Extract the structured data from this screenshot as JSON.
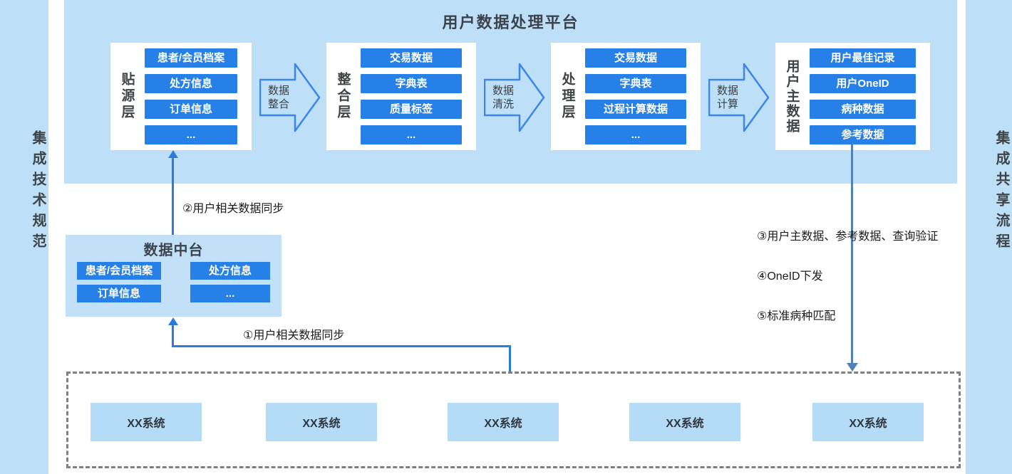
{
  "rails": {
    "left_label": "集成技术规范",
    "right_label": "集成共享流程"
  },
  "platform": {
    "title": "用户数据处理平台",
    "groups": [
      {
        "label": "贴源层",
        "items": [
          "患者/会员档案",
          "处方信息",
          "订单信息",
          "..."
        ]
      },
      {
        "label": "整合层",
        "items": [
          "交易数据",
          "字典表",
          "质量标签",
          "..."
        ]
      },
      {
        "label": "处理层",
        "items": [
          "交易数据",
          "字典表",
          "过程计算数据",
          "..."
        ]
      },
      {
        "label": "用户主数据",
        "items": [
          "用户最佳记录",
          "用户OneID",
          "病种数据",
          "参考数据"
        ]
      }
    ],
    "arrows": [
      {
        "label": "数据整合"
      },
      {
        "label": "数据清洗"
      },
      {
        "label": "数据计算"
      }
    ]
  },
  "data_hub": {
    "title": "数据中台",
    "items": [
      "患者/会员档案",
      "处方信息",
      "订单信息",
      "..."
    ]
  },
  "flow_steps": {
    "step1": "①用户相关数据同步",
    "step2": "②用户相关数据同步",
    "step3": "③用户主数据、参考数据、查询验证",
    "step4": "④OneID下发",
    "step5": "⑤标准病种匹配"
  },
  "source_systems": {
    "items": [
      "XX系统",
      "XX系统",
      "XX系统",
      "XX系统",
      "XX系统"
    ]
  },
  "colors": {
    "band_blue": "#BDDFF8",
    "item_blue": "#2680E8",
    "flow_line_blue": "#2E7BE0",
    "steel_arrow_blue": "#4F81BD",
    "dashed_border_gray": "#7F7F7F",
    "dark_text": "#3C434B"
  }
}
